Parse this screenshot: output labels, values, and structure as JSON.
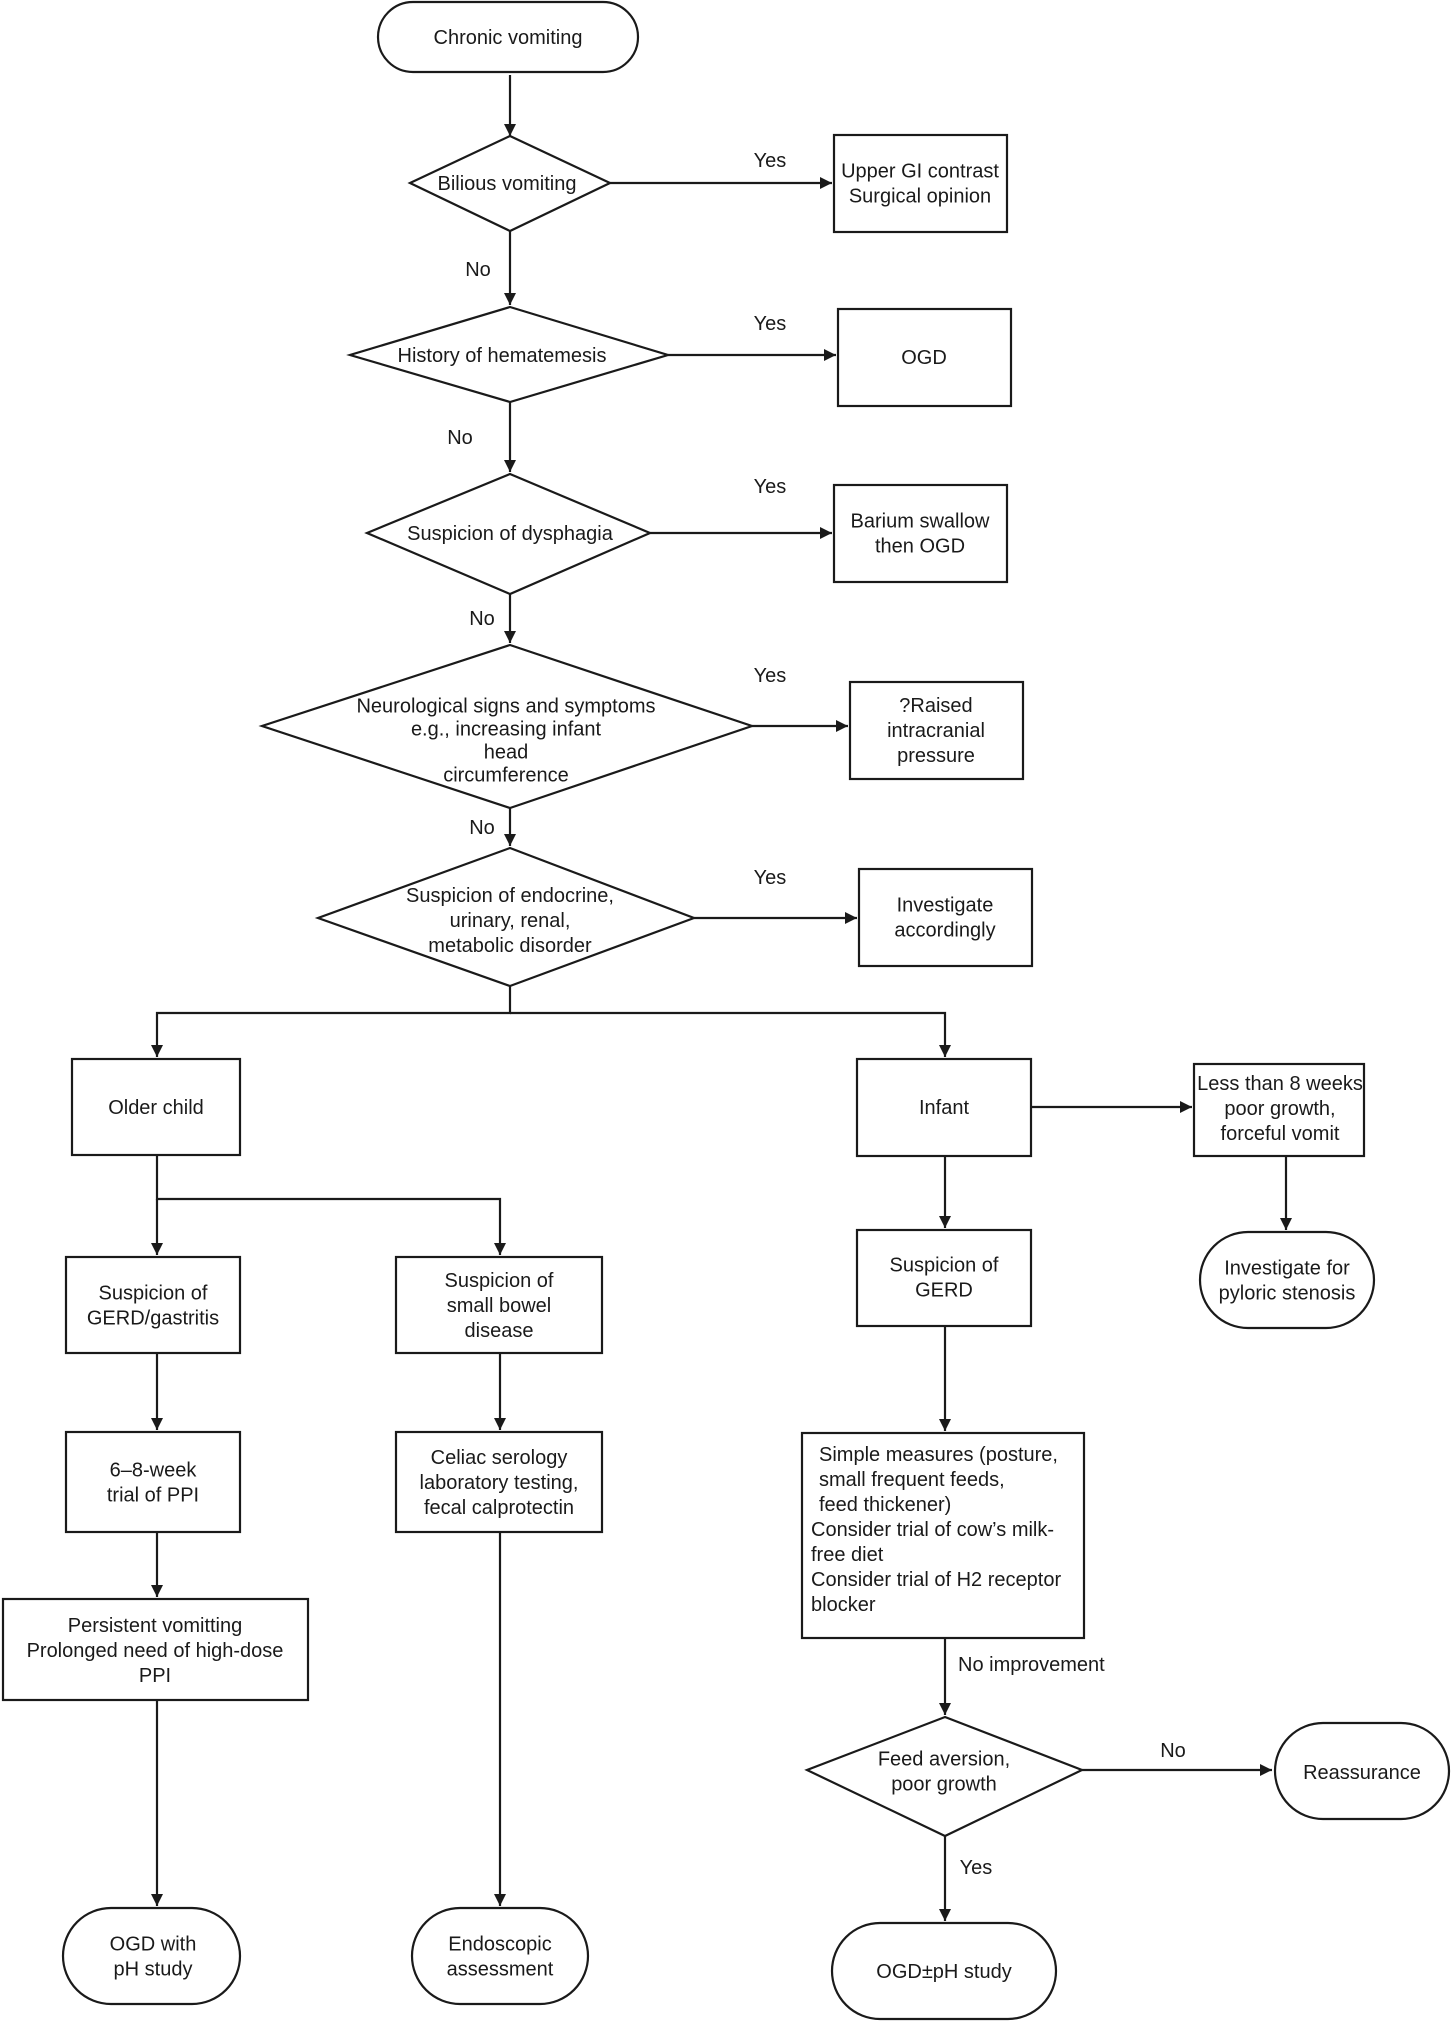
{
  "nodes": {
    "chronic_vomiting": [
      "Chronic vomiting"
    ],
    "bilious": [
      "Bilious vomiting"
    ],
    "upper_gi": [
      "Upper GI contrast",
      "Surgical opinion"
    ],
    "hematemesis": [
      "History of hematemesis"
    ],
    "ogd": [
      "OGD"
    ],
    "dysphagia": [
      "Suspicion of dysphagia"
    ],
    "barium": [
      "Barium swallow",
      "then OGD"
    ],
    "neuro": [
      "Neurological signs and symptoms",
      "e.g., increasing infant",
      "head",
      "circumference"
    ],
    "icp": [
      "?Raised",
      "intracranial",
      "pressure"
    ],
    "endocrine": [
      "Suspicion of endocrine,",
      "urinary, renal,",
      "metabolic disorder"
    ],
    "investigate": [
      "Investigate",
      "accordingly"
    ],
    "older_child": [
      "Older child"
    ],
    "infant": [
      "Infant"
    ],
    "lt8weeks": [
      "Less than 8 weeks",
      "poor growth,",
      "forceful vomit"
    ],
    "pyloric": [
      "Investigate for",
      "pyloric stenosis"
    ],
    "gerd_gastritis": [
      "Suspicion of",
      "GERD/gastritis"
    ],
    "small_bowel": [
      "Suspicion of",
      "small bowel",
      "disease"
    ],
    "gerd_infant": [
      "Suspicion of",
      "GERD"
    ],
    "ppi_trial": [
      "6–8-week",
      "trial of PPI"
    ],
    "celiac": [
      "Celiac serology",
      "laboratory testing,",
      "fecal calprotectin"
    ],
    "simple_measures": [
      "Simple measures (posture,",
      "small frequent feeds,",
      "feed thickener)",
      "Consider trial of cow’s milk-",
      "free diet",
      "Consider trial of H2 receptor",
      "blocker"
    ],
    "persistent": [
      "Persistent vomitting",
      "Prolonged need of high-dose",
      "PPI"
    ],
    "feed_aversion": [
      "Feed aversion,",
      "poor growth"
    ],
    "reassurance": [
      "Reassurance"
    ],
    "ogd_ph": [
      "OGD with",
      "pH study"
    ],
    "endoscopic": [
      "Endoscopic",
      "assessment"
    ],
    "ogd_pm_ph": [
      "OGD±pH study"
    ]
  },
  "labels": {
    "yes": "Yes",
    "no": "No",
    "no_improvement": "No improvement"
  }
}
